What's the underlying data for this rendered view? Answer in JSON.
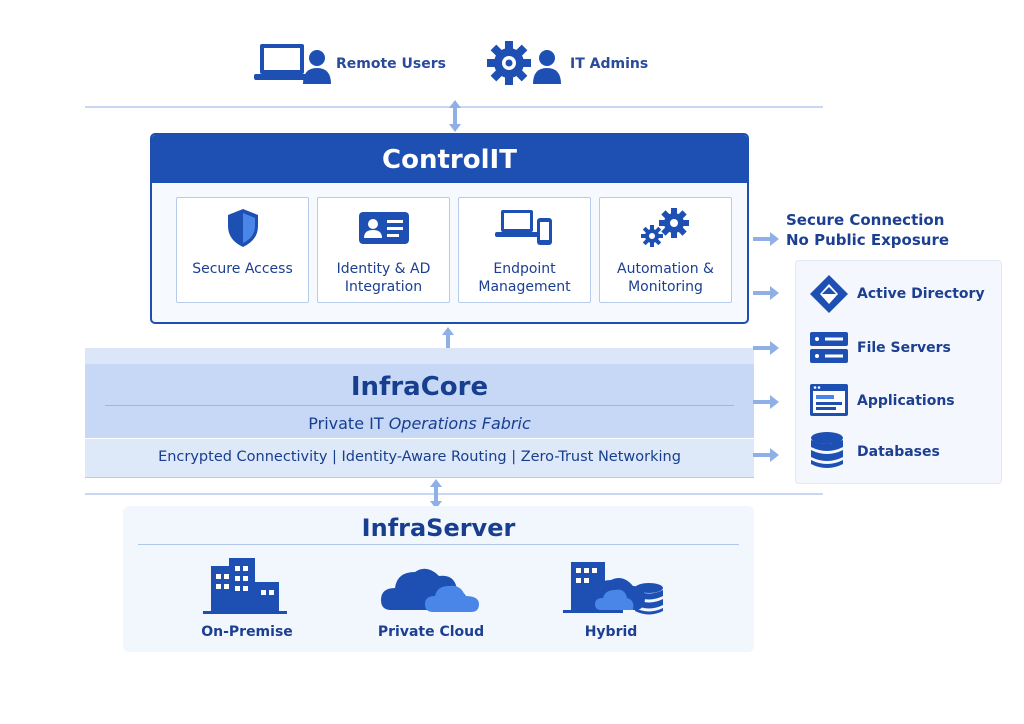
{
  "users": {
    "remote_label": "Remote Users",
    "admin_label": "IT Admins"
  },
  "controlit": {
    "title": "ControlIT",
    "modules": [
      {
        "label": "Secure Access",
        "icon": "shield-icon"
      },
      {
        "label": "Identity & AD Integration",
        "icon": "id-card-icon"
      },
      {
        "label": "Endpoint Management",
        "icon": "laptop-phone-icon"
      },
      {
        "label": "Automation & Monitoring",
        "icon": "gears-icon"
      }
    ]
  },
  "secure_connection": {
    "line1": "Secure Connection",
    "line2": "No Public Exposure"
  },
  "resources": [
    {
      "label": "Active Directory",
      "icon": "active-directory-icon"
    },
    {
      "label": "File Servers",
      "icon": "server-icon"
    },
    {
      "label": "Applications",
      "icon": "application-window-icon"
    },
    {
      "label": "Databases",
      "icon": "database-icon"
    }
  ],
  "infracore": {
    "title": "InfraCore",
    "subtitle_plain": "Private IT ",
    "subtitle_italic": "Operations Fabric",
    "features": "Encrypted Connectivity | Identity-Aware Routing | Zero-Trust Networking"
  },
  "infraserver": {
    "title": "InfraServer",
    "deployments": [
      {
        "label": "On-Premise",
        "icon": "building-icon"
      },
      {
        "label": "Private Cloud",
        "icon": "cloud-icon"
      },
      {
        "label": "Hybrid",
        "icon": "hybrid-icon"
      }
    ]
  },
  "colors": {
    "primary": "#1e50b3",
    "accent": "#4a86e8",
    "text": "#1c3f91",
    "panel": "#c6d8f6"
  }
}
